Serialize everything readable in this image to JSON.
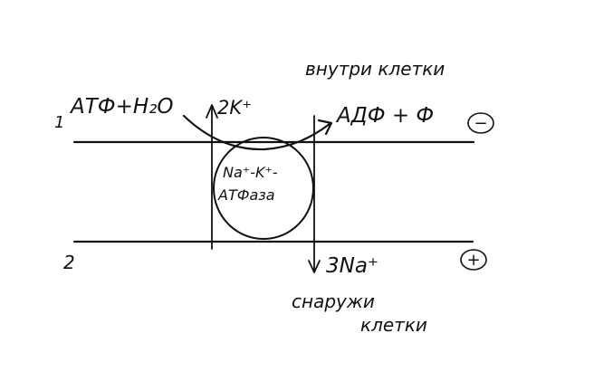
{
  "labels": {
    "inside_cell": "внутри клетки",
    "outside_cell_line1": "снаружи",
    "outside_cell_line2": "клетки",
    "reactants": "АТФ+H₂O",
    "products": "АДФ + Ф",
    "potassium_ions": "2K⁺",
    "sodium_ions": "3Na⁺",
    "enzyme_line1": "Na⁺-K⁺-",
    "enzyme_line2": "АТФаза",
    "membrane_top_number": "1",
    "membrane_bottom_number": "2",
    "charge_inside": "−",
    "charge_outside": "+"
  },
  "colors": {
    "ink": "#111111",
    "background": "#ffffff"
  }
}
